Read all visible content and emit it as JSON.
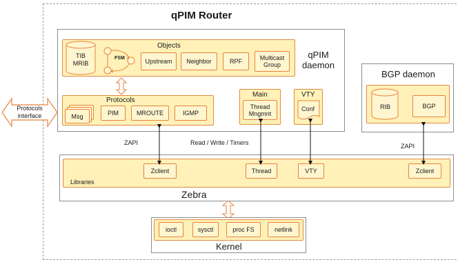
{
  "router": {
    "title": "qPIM Router"
  },
  "qpim": {
    "daemon_label": "qPIM\ndaemon",
    "objects": {
      "label": "Objects",
      "db": "TIB\nMRIB",
      "fsm": "FSM",
      "items": [
        "Upstream",
        "Neighbor",
        "RPF",
        "Multicast\nGroup"
      ]
    },
    "protocols": {
      "label": "Protocols",
      "items": [
        "Msg",
        "PIM",
        "MROUTE",
        "IGMP"
      ]
    },
    "main": {
      "label": "Main",
      "item": "Thread\nMngmnt"
    },
    "vty": {
      "label": "VTY",
      "item": "Conf"
    }
  },
  "protocols_interface": "Protocols\ninterface",
  "bgp": {
    "label": "BGP daemon",
    "rib": "RIB",
    "item": "BGP"
  },
  "links": {
    "zapi_left": "ZAPI",
    "rwt": "Read / Write / Timers",
    "zapi_right": "ZAPI"
  },
  "zebra": {
    "label": "Zebra",
    "libraries_label": "Libraries",
    "items": [
      "Zclient",
      "Thread",
      "VTY",
      "Zclient"
    ]
  },
  "kernel": {
    "label": "Kernel",
    "items": [
      "ioctl",
      "sysctl",
      "proc FS",
      "netlink"
    ]
  }
}
